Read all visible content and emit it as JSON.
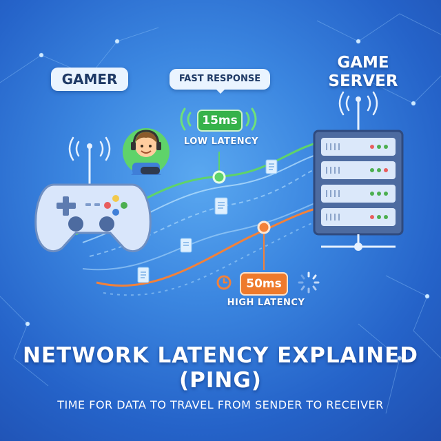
{
  "labels": {
    "gamer": "GAMER",
    "game_server": "GAME SERVER",
    "fast_response": "FAST RESPONSE",
    "low_latency": "LOW LATENCY",
    "high_latency": "HIGH LATENCY"
  },
  "badges": {
    "fast": "15ms",
    "slow": "50ms"
  },
  "title": "NETWORK LATENCY EXPLAINED  (PING)",
  "subtitle": "TIME FOR DATA TO TRAVEL FROM SENDER TO RECEIVER",
  "colors": {
    "background_center": "#5aa8f0",
    "background_edge": "#1f4fb0",
    "fast_path": "#5fd36a",
    "slow_path": "#f2813a",
    "badge_fast": "#36b24a",
    "badge_slow": "#ee7a2c",
    "server_body": "#5b78a8",
    "controller_body": "#d9e6fb"
  },
  "icons": [
    "game-controller-icon",
    "gamer-avatar-icon",
    "headset-icon",
    "server-rack-icon",
    "wifi-signal-icon",
    "data-packet-icon",
    "clock-icon",
    "loading-spinner-icon"
  ]
}
